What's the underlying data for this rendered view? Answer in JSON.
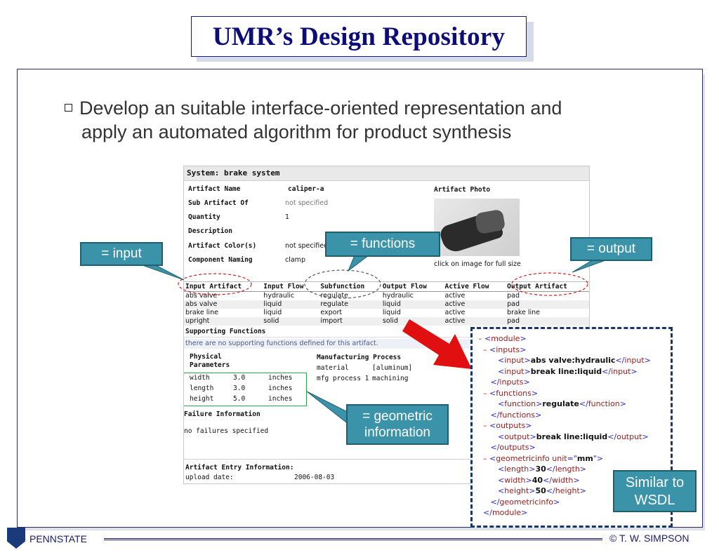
{
  "title": "UMR’s Design Repository",
  "bullet": {
    "line1": "Develop an suitable interface-oriented representation and",
    "line2": "apply an automated algorithm for product synthesis"
  },
  "record": {
    "system": "System: brake system",
    "fields": [
      {
        "label": "Artifact Name",
        "value": "caliper-a"
      },
      {
        "label": "Sub Artifact Of",
        "value": "not specified"
      },
      {
        "label": "Quantity",
        "value": "1"
      },
      {
        "label": "Description",
        "value": ""
      },
      {
        "label": "Artifact Color(s)",
        "value": "not specified"
      },
      {
        "label": "Component Naming",
        "value": "clamp"
      }
    ],
    "photo_label": "Artifact Photo",
    "photo_caption": "click on image for full size",
    "flow_headers": [
      "Input Artifact",
      "Input Flow",
      "Subfunction",
      "Output Flow",
      "Active Flow",
      "Output Artifact"
    ],
    "flow_rows": [
      [
        "abs valve",
        "hydraulic",
        "regulate",
        "hydraulic",
        "active",
        "pad"
      ],
      [
        "abs valve",
        "liquid",
        "regulate",
        "liquid",
        "active",
        "pad"
      ],
      [
        "brake line",
        "liquid",
        "export",
        "liquid",
        "active",
        "brake line"
      ],
      [
        "upright",
        "solid",
        "import",
        "solid",
        "active",
        "pad"
      ]
    ],
    "supporting_title": "Supporting Functions",
    "supporting_text": "there are no supporting functions defined for this artifact.",
    "physical_title": "Physical Parameters",
    "physical": [
      {
        "name": "width",
        "value": "3.0",
        "unit": "inches"
      },
      {
        "name": "length",
        "value": "3.0",
        "unit": "inches"
      },
      {
        "name": "height",
        "value": "5.0",
        "unit": "inches"
      }
    ],
    "manufacturing_title": "Manufacturing Process",
    "manufacturing": [
      {
        "name": "material",
        "value": "[aluminum]"
      },
      {
        "name": "mfg process 1",
        "value": "machining"
      }
    ],
    "failure_title": "Failure Information",
    "failure_text": "no failures specified",
    "entry_title": "Artifact Entry Information:",
    "upload_label": "upload date:",
    "upload_date": "2006-08-03"
  },
  "callouts": {
    "input": "= input",
    "functions": "= functions",
    "output": "= output",
    "geometric_l1": "= geometric",
    "geometric_l2": "information",
    "wsdl_l1": "Similar to",
    "wsdl_l2": "WSDL"
  },
  "xml": {
    "module": "module",
    "inputs": "inputs",
    "input": "input",
    "input_values": [
      "abs valve:hydraulic",
      "break line:liquid"
    ],
    "functions": "functions",
    "function": "function",
    "function_value": "regulate",
    "outputs": "outputs",
    "output": "output",
    "output_value": "break line:liquid",
    "geometricinfo": "geometricinfo",
    "unit_attr": "unit",
    "unit_value": "mm",
    "length": "length",
    "length_value": "30",
    "width": "width",
    "width_value": "40",
    "height": "height",
    "height_value": "50",
    "collapse": "–"
  },
  "footer": {
    "left": "PENNSTATE",
    "right": "© T. W. SIMPSON"
  },
  "colors": {
    "title": "#0d0d7a",
    "callout": "#3a93a8",
    "arrow": "#e01010",
    "xml_border": "#17376b"
  }
}
